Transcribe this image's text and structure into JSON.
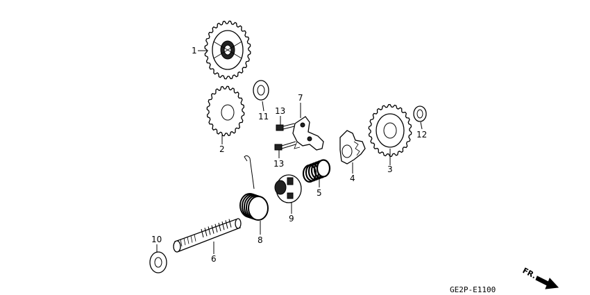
{
  "diagram": {
    "code": "GE2P-E1100",
    "direction_label": "FR."
  },
  "callouts": [
    {
      "id": "p1",
      "text": "1"
    },
    {
      "id": "p2",
      "text": "2"
    },
    {
      "id": "p3",
      "text": "3"
    },
    {
      "id": "p4",
      "text": "4"
    },
    {
      "id": "p5",
      "text": "5"
    },
    {
      "id": "p6",
      "text": "6"
    },
    {
      "id": "p7",
      "text": "7"
    },
    {
      "id": "p8",
      "text": "8"
    },
    {
      "id": "p9",
      "text": "9"
    },
    {
      "id": "p10",
      "text": "10"
    },
    {
      "id": "p11",
      "text": "11"
    },
    {
      "id": "p12",
      "text": "12"
    },
    {
      "id": "p13a",
      "text": "13"
    },
    {
      "id": "p13b",
      "text": "13"
    }
  ]
}
